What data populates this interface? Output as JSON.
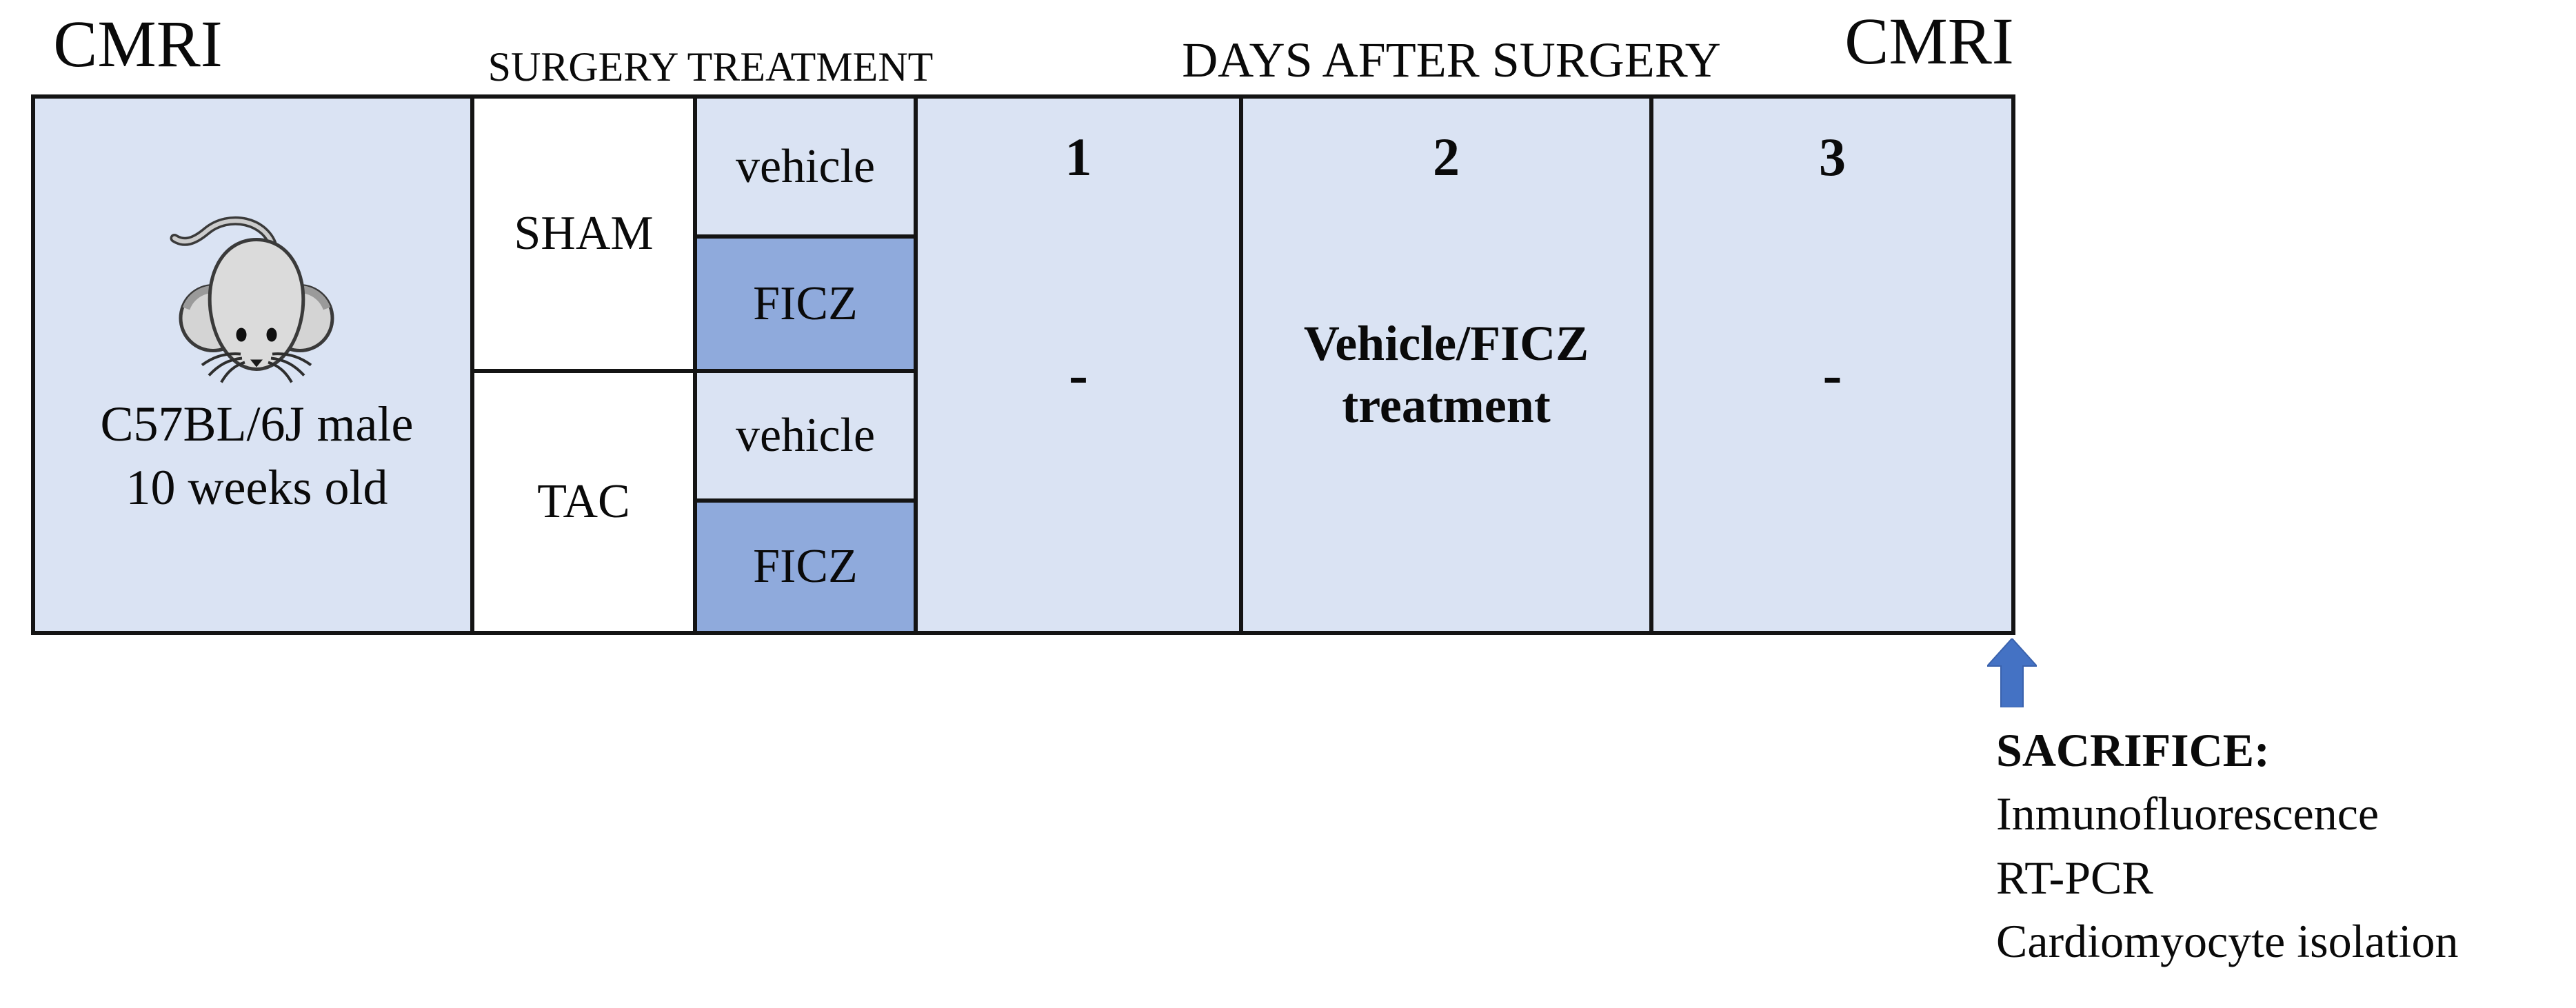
{
  "figure": {
    "description_labels": {
      "cmri_left": "CMRI",
      "surgery": "SURGERY",
      "treatment": "TREATMENT",
      "days_after_surgery": "DAYS AFTER SURGERY",
      "cmri_right": "CMRI"
    },
    "subject": {
      "mouse_icon": "mouse-top-view-icon",
      "line1": "C57BL/6J male",
      "line2": "10 weeks old"
    },
    "surgery_groups": [
      {
        "label": "SHAM"
      },
      {
        "label": "TAC"
      }
    ],
    "treatments": [
      {
        "label": "vehicle",
        "variant": "light"
      },
      {
        "label": "FICZ",
        "variant": "dark"
      },
      {
        "label": "vehicle",
        "variant": "light"
      },
      {
        "label": "FICZ",
        "variant": "dark"
      }
    ],
    "days": [
      {
        "number": "1",
        "content": "-"
      },
      {
        "number": "2",
        "content_line1": "Vehicle/FICZ",
        "content_line2": "treatment"
      },
      {
        "number": "3",
        "content": "-"
      }
    ],
    "sacrifice": {
      "arrow_icon": "up-arrow-icon",
      "title": "SACRIFICE:",
      "items": [
        "Inmunofluorescence",
        "RT-PCR",
        "Cardiomyocyte isolation"
      ]
    }
  },
  "colors": {
    "light_blue": "#dae3f3",
    "accent_blue": "#8faadc",
    "arrow_blue": "#4472c4",
    "line_black": "#141414"
  }
}
